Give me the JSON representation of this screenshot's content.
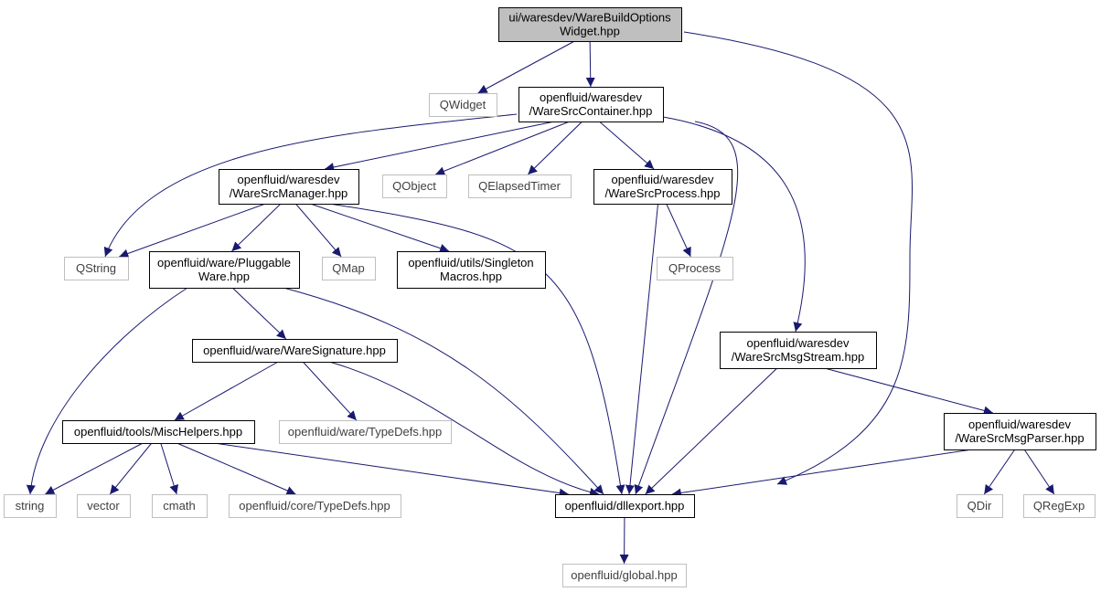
{
  "colors": {
    "edge": "#191970",
    "main_fill": "#bfbfbf",
    "doc_border": "#000000",
    "ext_border": "#bfbfbf"
  },
  "nodes": {
    "widget": {
      "lines": [
        "ui/waresdev/WareBuildOptions",
        "Widget.hpp"
      ],
      "kind": "main"
    },
    "qwidget": {
      "lines": [
        "QWidget"
      ],
      "kind": "ext"
    },
    "container": {
      "lines": [
        "openfluid/waresdev",
        "/WareSrcContainer.hpp"
      ],
      "kind": "doc"
    },
    "manager": {
      "lines": [
        "openfluid/waresdev",
        "/WareSrcManager.hpp"
      ],
      "kind": "doc"
    },
    "qobject": {
      "lines": [
        "QObject"
      ],
      "kind": "ext"
    },
    "qelapsedtimer": {
      "lines": [
        "QElapsedTimer"
      ],
      "kind": "ext"
    },
    "process": {
      "lines": [
        "openfluid/waresdev",
        "/WareSrcProcess.hpp"
      ],
      "kind": "doc"
    },
    "qstring": {
      "lines": [
        "QString"
      ],
      "kind": "ext"
    },
    "pluggable": {
      "lines": [
        "openfluid/ware/Pluggable",
        "Ware.hpp"
      ],
      "kind": "doc"
    },
    "qmap": {
      "lines": [
        "QMap"
      ],
      "kind": "ext"
    },
    "singleton": {
      "lines": [
        "openfluid/utils/Singleton",
        "Macros.hpp"
      ],
      "kind": "doc"
    },
    "qprocess": {
      "lines": [
        "QProcess"
      ],
      "kind": "ext"
    },
    "signature": {
      "lines": [
        "openfluid/ware/WareSignature.hpp"
      ],
      "kind": "doc"
    },
    "msgstream": {
      "lines": [
        "openfluid/waresdev",
        "/WareSrcMsgStream.hpp"
      ],
      "kind": "doc"
    },
    "misc": {
      "lines": [
        "openfluid/tools/MiscHelpers.hpp"
      ],
      "kind": "doc"
    },
    "waretypedefs": {
      "lines": [
        "openfluid/ware/TypeDefs.hpp"
      ],
      "kind": "ext"
    },
    "msgparser": {
      "lines": [
        "openfluid/waresdev",
        "/WareSrcMsgParser.hpp"
      ],
      "kind": "doc"
    },
    "string": {
      "lines": [
        "string"
      ],
      "kind": "ext"
    },
    "vector": {
      "lines": [
        "vector"
      ],
      "kind": "ext"
    },
    "cmath": {
      "lines": [
        "cmath"
      ],
      "kind": "ext"
    },
    "coretypedefs": {
      "lines": [
        "openfluid/core/TypeDefs.hpp"
      ],
      "kind": "ext"
    },
    "dllexport": {
      "lines": [
        "openfluid/dllexport.hpp"
      ],
      "kind": "doc"
    },
    "qdir": {
      "lines": [
        "QDir"
      ],
      "kind": "ext"
    },
    "qregexp": {
      "lines": [
        "QRegExp"
      ],
      "kind": "ext"
    },
    "global": {
      "lines": [
        "openfluid/global.hpp"
      ],
      "kind": "ext"
    }
  },
  "edges": [
    [
      "widget",
      "qwidget"
    ],
    [
      "widget",
      "container"
    ],
    [
      "widget",
      "dllexport"
    ],
    [
      "container",
      "qstring"
    ],
    [
      "container",
      "manager"
    ],
    [
      "container",
      "qobject"
    ],
    [
      "container",
      "qelapsedtimer"
    ],
    [
      "container",
      "process"
    ],
    [
      "container",
      "dllexport"
    ],
    [
      "container",
      "msgstream"
    ],
    [
      "manager",
      "qstring"
    ],
    [
      "manager",
      "pluggable"
    ],
    [
      "manager",
      "qmap"
    ],
    [
      "manager",
      "singleton"
    ],
    [
      "manager",
      "dllexport"
    ],
    [
      "process",
      "qprocess"
    ],
    [
      "process",
      "dllexport"
    ],
    [
      "pluggable",
      "signature"
    ],
    [
      "pluggable",
      "string"
    ],
    [
      "pluggable",
      "dllexport"
    ],
    [
      "signature",
      "misc"
    ],
    [
      "signature",
      "waretypedefs"
    ],
    [
      "signature",
      "dllexport"
    ],
    [
      "msgstream",
      "msgparser"
    ],
    [
      "msgstream",
      "dllexport"
    ],
    [
      "misc",
      "string"
    ],
    [
      "misc",
      "vector"
    ],
    [
      "misc",
      "cmath"
    ],
    [
      "misc",
      "coretypedefs"
    ],
    [
      "misc",
      "dllexport"
    ],
    [
      "msgparser",
      "dllexport"
    ],
    [
      "msgparser",
      "qdir"
    ],
    [
      "msgparser",
      "qregexp"
    ],
    [
      "dllexport",
      "global"
    ]
  ]
}
